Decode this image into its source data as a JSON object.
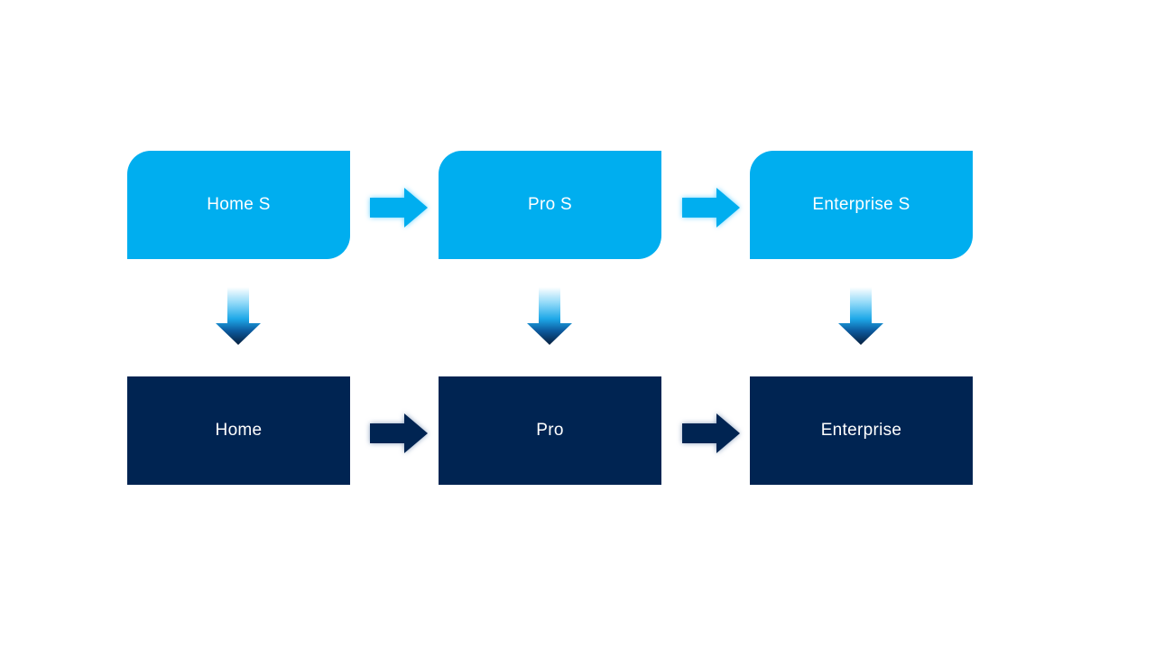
{
  "canvas": {
    "background": "#ffffff"
  },
  "colors": {
    "accent_light": "#00AEEF",
    "accent_dark": "#002452",
    "label_text": "#ffffff",
    "down_arrow_gradient": [
      "#ffffff",
      "#8ed8f8",
      "#1ea8e8",
      "#0c5a9e",
      "#071f3d"
    ]
  },
  "diagram": {
    "type": "process-flow",
    "columns": [
      {
        "top_label": "Home S",
        "bottom_label": "Home"
      },
      {
        "top_label": "Pro S",
        "bottom_label": "Pro"
      },
      {
        "top_label": "Enterprise S",
        "bottom_label": "Enterprise"
      }
    ]
  }
}
